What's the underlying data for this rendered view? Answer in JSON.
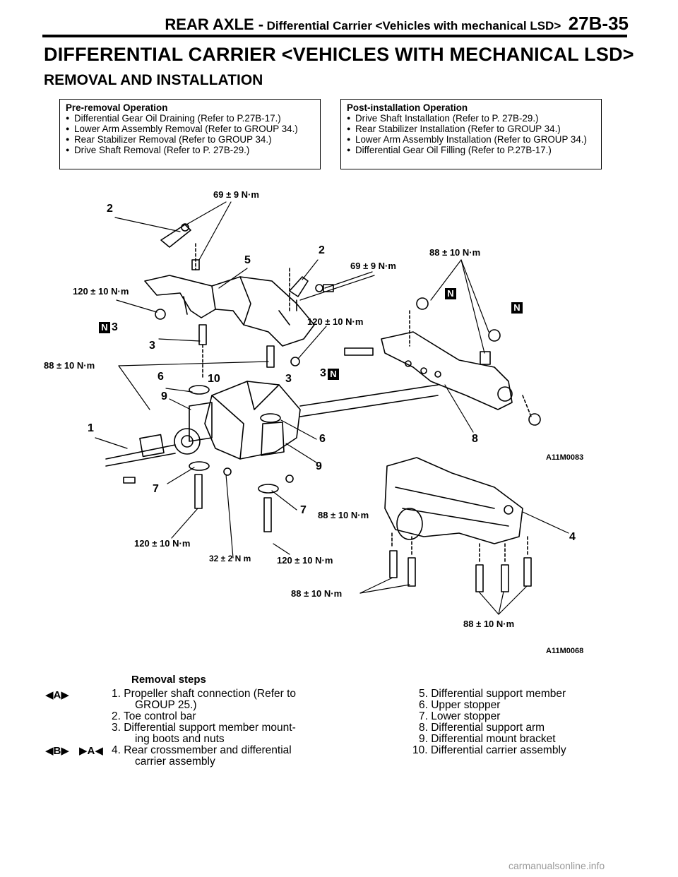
{
  "header": {
    "section": "REAR AXLE -",
    "subsection": "Differential Carrier <Vehicles with mechanical LSD>",
    "page_number": "27B-35"
  },
  "title": "DIFFERENTIAL CARRIER <VEHICLES WITH MECHANICAL LSD>",
  "subtitle": "REMOVAL AND INSTALLATION",
  "pre_removal": {
    "title": "Pre-removal Operation",
    "items": [
      "Differential Gear Oil Draining (Refer to P.27B-17.)",
      "Lower Arm Assembly Removal (Refer to GROUP 34.)",
      "Rear Stabilizer Removal (Refer to GROUP 34.)",
      "Drive Shaft Removal (Refer to P. 27B-29.)"
    ]
  },
  "post_installation": {
    "title": "Post-installation Operation",
    "items": [
      "Drive Shaft Installation (Refer to P. 27B-29.)",
      "Rear Stabilizer Installation (Refer to GROUP 34.)",
      "Lower Arm Assembly Installation (Refer to GROUP 34.)",
      "Differential Gear Oil Filling (Refer to P.27B-17.)"
    ]
  },
  "diagram": {
    "torque_69": "69 ± 9 N·m",
    "torque_88": "88 ± 10 N·m",
    "torque_120": "120 ± 10 N·m",
    "torque_32": "32 ± 2 N m",
    "ref_upper": "A11M0083",
    "ref_lower": "A11M0068",
    "badge": "N",
    "n1": "1",
    "n2": "2",
    "n3": "3",
    "n4": "4",
    "n5": "5",
    "n6": "6",
    "n7": "7",
    "n8": "8",
    "n9": "9",
    "n10": "10"
  },
  "removal": {
    "title": "Removal steps",
    "marker_a": "◀A▶",
    "marker_b": "◀B▶",
    "marker_a2": "▶A◀",
    "steps": [
      "1. Propeller shaft connection (Refer to",
      "GROUP 25.)",
      "2. Toe control bar",
      "3. Differential support member mount-",
      "ing boots and nuts",
      "4. Rear crossmember and differential",
      "carrier assembly",
      "5. Differential support member",
      "6. Upper stopper",
      "7. Lower stopper",
      "8. Differential support arm",
      "9. Differential mount bracket",
      "10. Differential carrier assembly"
    ]
  },
  "watermark": "carmanualsonline.info"
}
